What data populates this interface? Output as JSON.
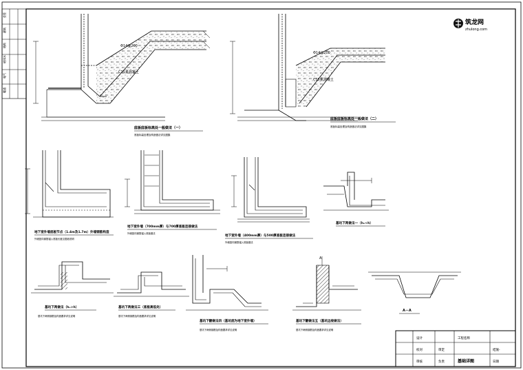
{
  "logo": {
    "name": "筑龙网",
    "url": "zhulong.com"
  },
  "details": {
    "bottom_corner_1": {
      "title": "底板底板标高处一般做法（一）",
      "note": "底板标高处理及构造做法详见图集",
      "bar_label": "Φ14@200",
      "concrete_label": "C15素混凝土"
    },
    "bottom_corner_2": {
      "title": "底板底板标高处一般做法（二）",
      "note": "底板标高处理及构造做法详见图集",
      "bar_label": "Φ14@200",
      "concrete_label": "C15素混凝土"
    },
    "wall_1": {
      "title": "地下室外墙底板节点（1.4m及1.7m）外墙钢筋构造",
      "note": "外墙竖向钢筋锚入底板长度见图纸说明"
    },
    "wall_2": {
      "title": "地下室外墙（700mm厚）与700厚底板连接做法",
      "note": "外墙竖向钢筋锚入底板做法"
    },
    "wall_3": {
      "title": "地下室外墙（400mm厚）与500厚底板连接做法",
      "note": "外墙竖向钢筋锚入底板做法"
    },
    "beam_1": {
      "title": "基坑下两做法一（hₑ<h）"
    },
    "pit_1": {
      "title": "基坑下两做法（hₑ>h）",
      "note": "基坑下两侧钢筋及构造要求详见说明"
    },
    "pit_2": {
      "title": "基坑下两做法三（底板高低处）",
      "note": "基坑下两侧钢筋及构造要求详见说明"
    },
    "pit_3": {
      "title": "基坑下翻做法四（基坑底为地下室外墙）",
      "note": "基坑下两侧钢筋及构造要求详见说明"
    },
    "pit_4": {
      "title": "基坑下翻做法五（基坑边坡做法）",
      "note": "基坑下两侧钢筋及构造要求详见说明"
    },
    "section": {
      "title": "A－A",
      "cut_mark": "A"
    }
  },
  "title_block": {
    "drawing_name": "基础详图",
    "project_label": "工程名称",
    "rows": [
      "设计",
      "校对",
      "审核",
      "审定",
      "负责"
    ],
    "sheet_no": "结施-",
    "date": "日期"
  },
  "side_strip": {
    "labels": [
      "会签",
      "建筑",
      "结构",
      "给排水",
      "电气",
      "暖通"
    ]
  }
}
